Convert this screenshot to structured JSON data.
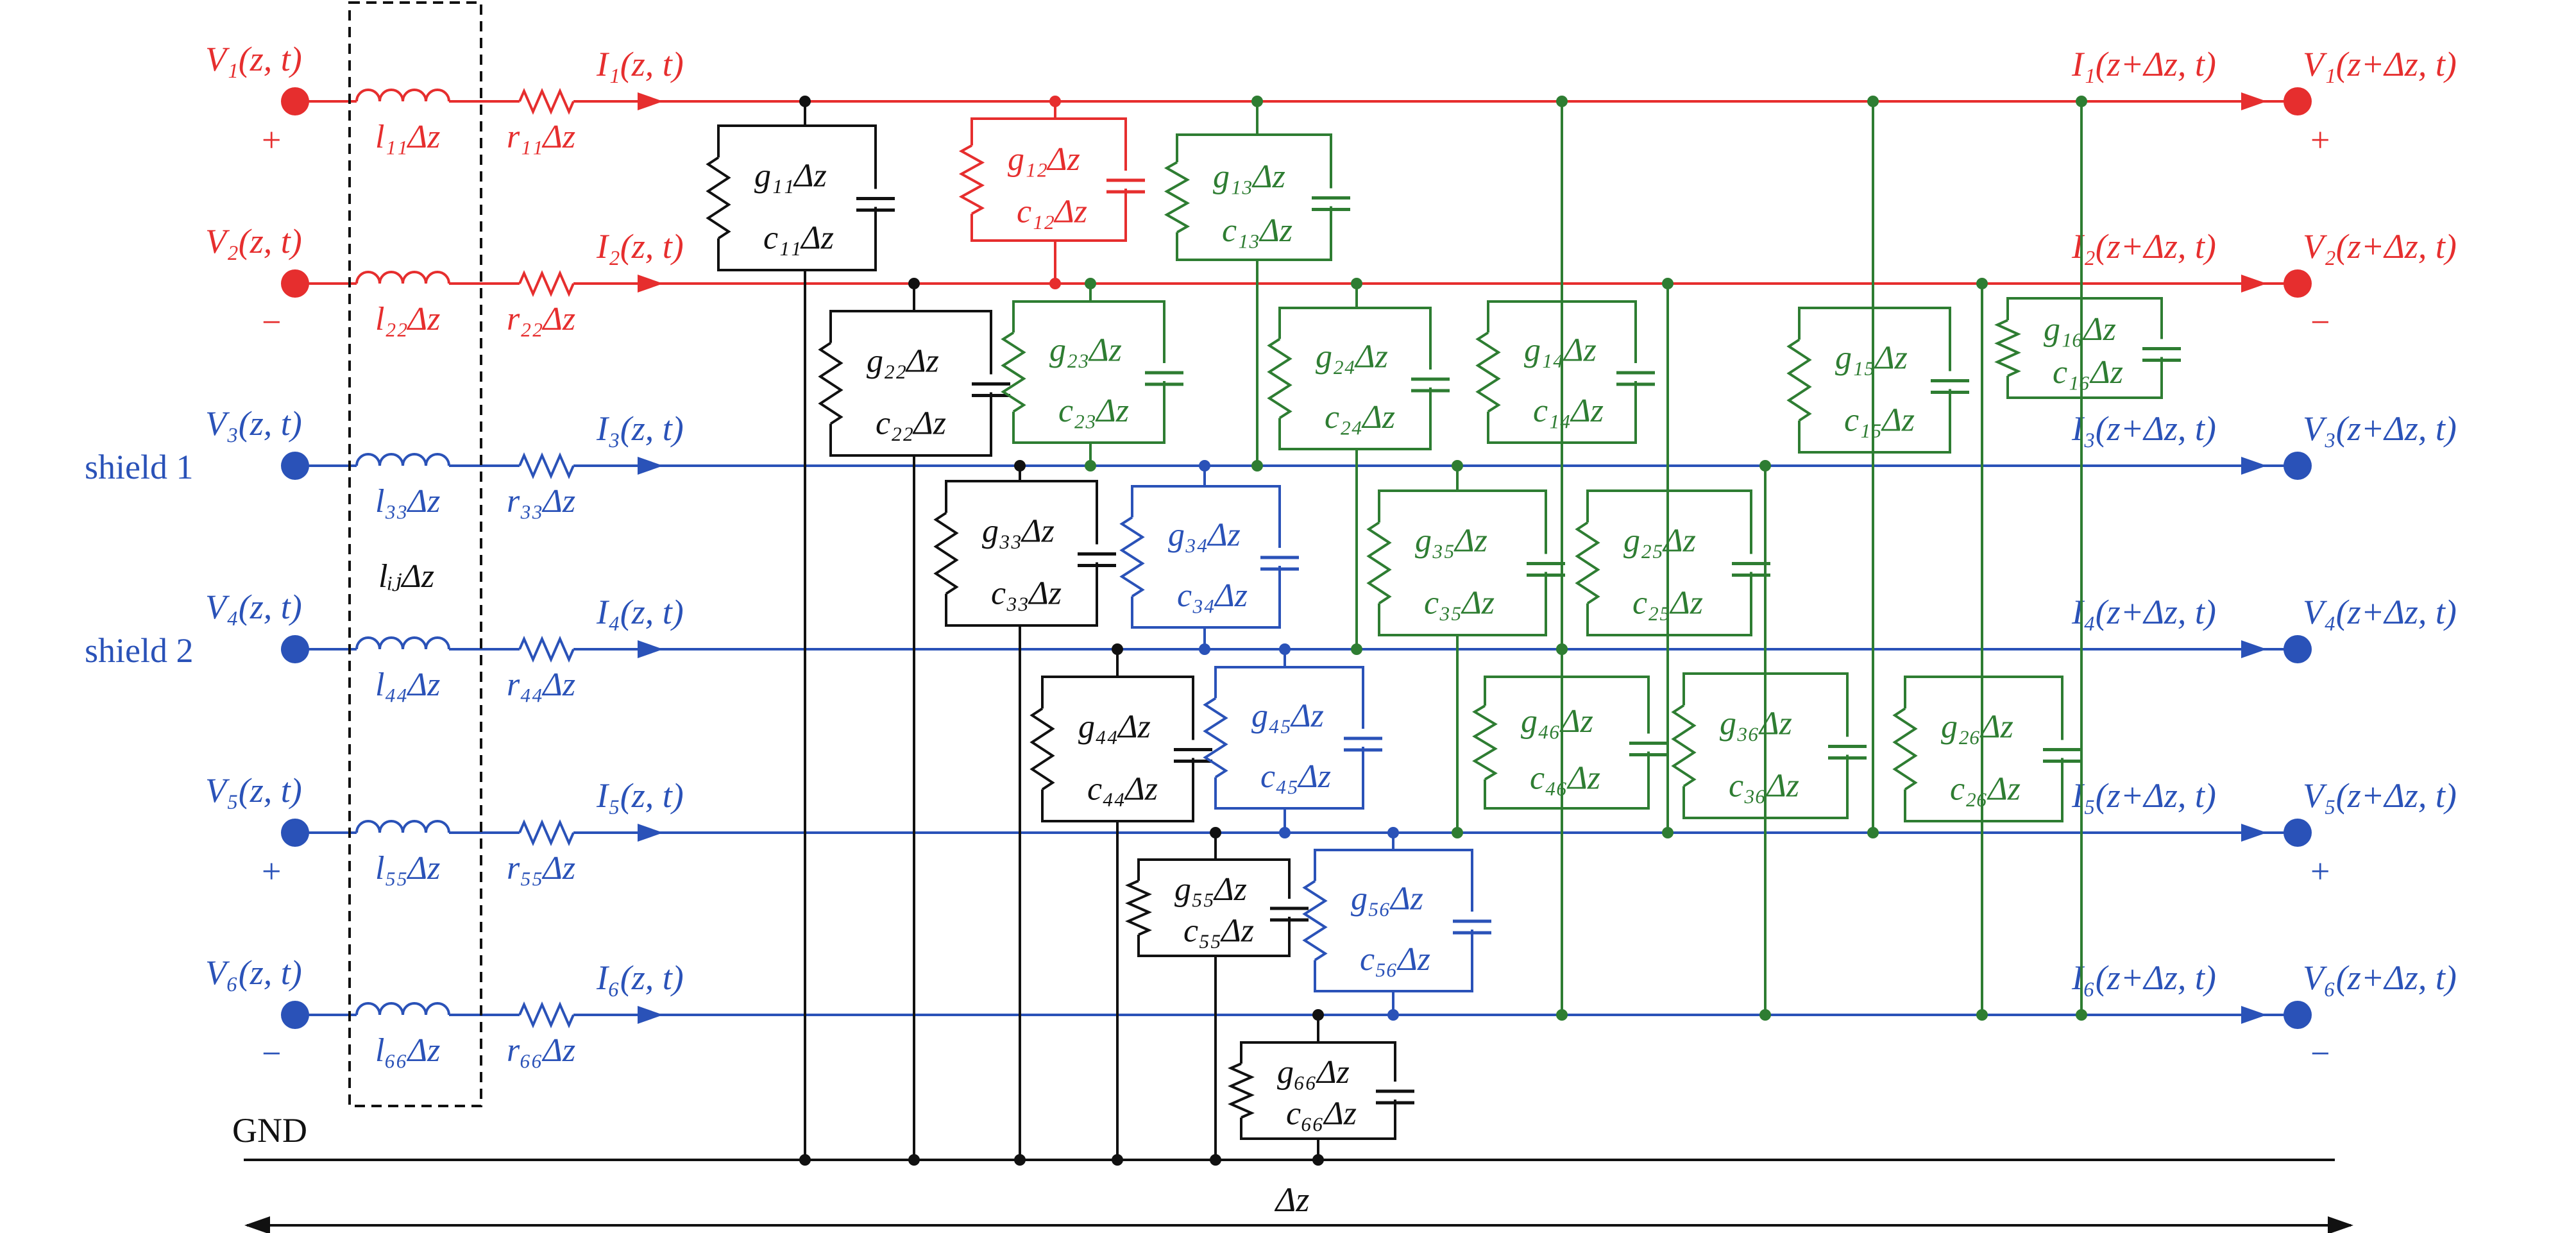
{
  "colors": {
    "red": "#e62e2e",
    "blue": "#2a52b8",
    "green": "#2e7d32",
    "black": "#111111"
  },
  "lines": [
    {
      "id": 1,
      "color": "red",
      "left": "V₁(z, t)",
      "current": "I₁(z, t)",
      "right_current": "I₁(z+Δz, t)",
      "right": "V₁(z+Δz, t)",
      "sign_left": "+",
      "sign_right": "+",
      "l": "l₁₁Δz",
      "r": "r₁₁Δz"
    },
    {
      "id": 2,
      "color": "red",
      "left": "V₂(z, t)",
      "current": "I₂(z, t)",
      "right_current": "I₂(z+Δz, t)",
      "right": "V₂(z+Δz, t)",
      "sign_left": "−",
      "sign_right": "−",
      "l": "l₂₂Δz",
      "r": "r₂₂Δz"
    },
    {
      "id": 3,
      "color": "blue",
      "left": "V₃(z, t)",
      "current": "I₃(z, t)",
      "right_current": "I₃(z+Δz, t)",
      "right": "V₃(z+Δz, t)",
      "sign_left": "",
      "sign_right": "",
      "l": "l₃₃Δz",
      "r": "r₃₃Δz",
      "name": "shield 1"
    },
    {
      "id": 4,
      "color": "blue",
      "left": "V₄(z, t)",
      "current": "I₄(z, t)",
      "right_current": "I₄(z+Δz, t)",
      "right": "V₄(z+Δz, t)",
      "sign_left": "",
      "sign_right": "",
      "l": "l₄₄Δz",
      "r": "r₄₄Δz",
      "name": "shield 2"
    },
    {
      "id": 5,
      "color": "blue",
      "left": "V₅(z, t)",
      "current": "I₅(z, t)",
      "right_current": "I₅(z+Δz, t)",
      "right": "V₅(z+Δz, t)",
      "sign_left": "+",
      "sign_right": "+",
      "l": "l₅₅Δz",
      "r": "r₅₅Δz"
    },
    {
      "id": 6,
      "color": "blue",
      "left": "V₆(z, t)",
      "current": "I₆(z, t)",
      "right_current": "I₆(z+Δz, t)",
      "right": "V₆(z+Δz, t)",
      "sign_left": "−",
      "sign_right": "−",
      "l": "l₆₆Δz",
      "r": "r₆₆Δz"
    }
  ],
  "mutual_inductance_label": "lᵢⱼΔz",
  "gnd_label": "GND",
  "dz_label": "Δz",
  "shunts": [
    {
      "id": "11",
      "color": "black",
      "g": "g₁₁Δz",
      "c": "c₁₁Δz"
    },
    {
      "id": "22",
      "color": "black",
      "g": "g₂₂Δz",
      "c": "c₂₂Δz"
    },
    {
      "id": "33",
      "color": "black",
      "g": "g₃₃Δz",
      "c": "c₃₃Δz"
    },
    {
      "id": "44",
      "color": "black",
      "g": "g₄₄Δz",
      "c": "c₄₄Δz"
    },
    {
      "id": "55",
      "color": "black",
      "g": "g₅₅Δz",
      "c": "c₅₅Δz"
    },
    {
      "id": "66",
      "color": "black",
      "g": "g₆₆Δz",
      "c": "c₆₆Δz"
    },
    {
      "id": "12",
      "color": "red",
      "g": "g₁₂Δz",
      "c": "c₁₂Δz"
    },
    {
      "id": "13",
      "color": "green",
      "g": "g₁₃Δz",
      "c": "c₁₃Δz"
    },
    {
      "id": "23",
      "color": "green",
      "g": "g₂₃Δz",
      "c": "c₂₃Δz"
    },
    {
      "id": "24",
      "color": "green",
      "g": "g₂₄Δz",
      "c": "c₂₄Δz"
    },
    {
      "id": "14",
      "color": "green",
      "g": "g₁₄Δz",
      "c": "c₁₄Δz"
    },
    {
      "id": "15",
      "color": "green",
      "g": "g₁₅Δz",
      "c": "c₁₅Δz"
    },
    {
      "id": "16",
      "color": "green",
      "g": "g₁₆Δz",
      "c": "c₁₆Δz"
    },
    {
      "id": "34",
      "color": "blue",
      "g": "g₃₄Δz",
      "c": "c₃₄Δz"
    },
    {
      "id": "35",
      "color": "green",
      "g": "g₃₅Δz",
      "c": "c₃₅Δz"
    },
    {
      "id": "25",
      "color": "green",
      "g": "g₂₅Δz",
      "c": "c₂₅Δz"
    },
    {
      "id": "45",
      "color": "blue",
      "g": "g₄₅Δz",
      "c": "c₄₅Δz"
    },
    {
      "id": "46",
      "color": "green",
      "g": "g₄₆Δz",
      "c": "c₄₆Δz"
    },
    {
      "id": "36",
      "color": "green",
      "g": "g₃₆Δz",
      "c": "c₃₆Δz"
    },
    {
      "id": "26",
      "color": "green",
      "g": "g₂₆Δz",
      "c": "c₂₆Δz"
    },
    {
      "id": "56",
      "color": "blue",
      "g": "g₅₆Δz",
      "c": "c₅₆Δz"
    }
  ]
}
